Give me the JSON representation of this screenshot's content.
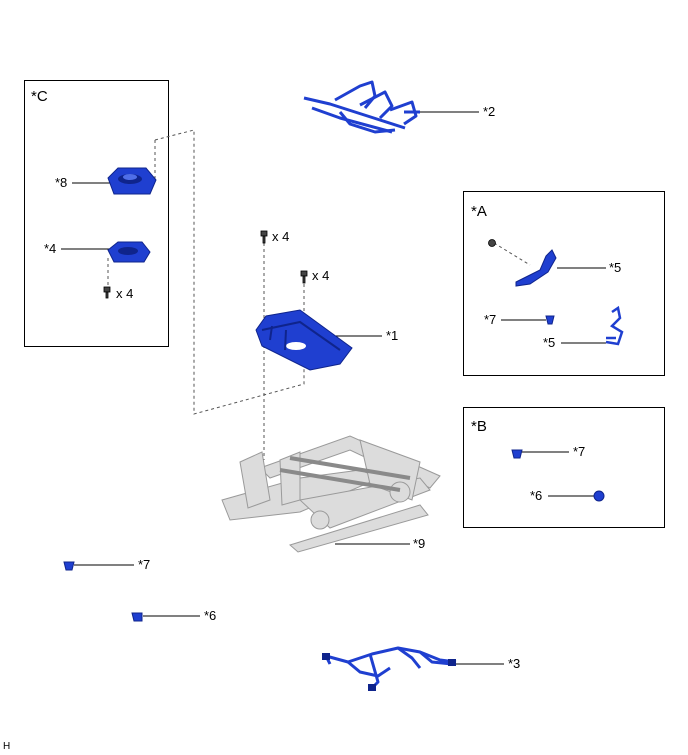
{
  "diagram": {
    "corner_mark": "H",
    "boxes": {
      "c": "*C",
      "a": "*A",
      "b": "*B"
    },
    "callouts": {
      "p1": "*1",
      "p2": "*2",
      "p3": "*3",
      "p4": "*4",
      "p5a": "*5",
      "p5b": "*5",
      "p6a": "*6",
      "p6b": "*6",
      "p7a": "*7",
      "p7b": "*7",
      "p7c": "*7",
      "p8": "*8",
      "p9": "*9"
    },
    "quantities": {
      "q_bolt_top": "x 4",
      "q_bolt_mid": "x 4",
      "q_bolt_c": "x 4"
    },
    "colors": {
      "part_blue": "#1f3fd0",
      "part_dark": "#0f248c",
      "frame_gray": "#d6d6d6",
      "outline": "#000000"
    }
  }
}
